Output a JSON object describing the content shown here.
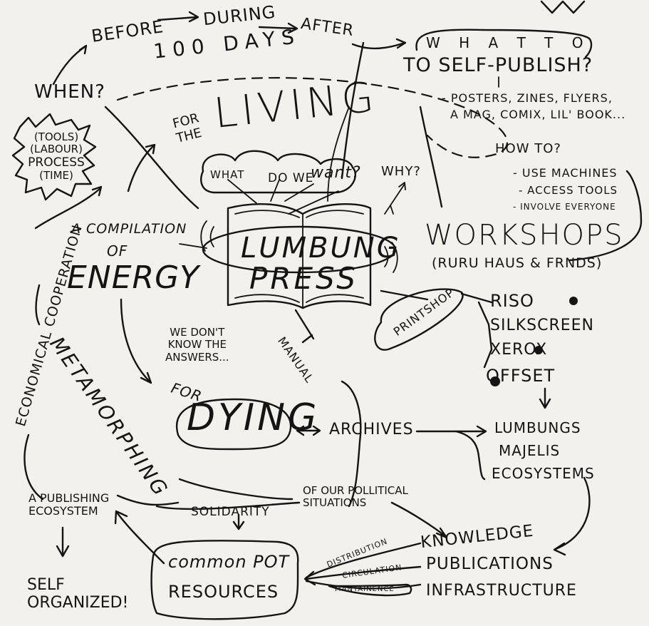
{
  "timeline": {
    "before": "BEFORE",
    "during": "DURING",
    "after": "AFTER",
    "days": "100 DAYS"
  },
  "when": "WHEN?",
  "process_box": [
    "(TOOLS)",
    "(LABOUR)",
    "PROCESS",
    "(TIME)"
  ],
  "what_to": {
    "line1": "W H A T T O",
    "line2": "TO SELF-PUBLISH?",
    "list1": "- POSTERS, ZINES, FLYERS,",
    "list2": "A MAG, COMIX, LIL' BOOK..."
  },
  "how_to": {
    "label": "HOW TO?",
    "items": [
      "- USE MACHINES",
      "- ACCESS TOOLS",
      "- INVOLVE EVERYONE"
    ]
  },
  "for_the_living": {
    "small": "FOR\nTHE",
    "big": "LIVING"
  },
  "cloud": {
    "what": "WHAT",
    "do_we": "DO WE",
    "want": "want?",
    "why": "WHY?"
  },
  "center": {
    "line1": "LUMBUNG",
    "line2": "PRESS"
  },
  "workshops": {
    "title": "WORKSHOPS",
    "sub": "(RURU HAUS & FRNDS)"
  },
  "compilation": {
    "line1": "A COMPILATION",
    "line2": "OF",
    "line3": "ENERGY"
  },
  "printshop": {
    "label": "PRINTSHOP",
    "items": [
      "RISO",
      "SILKSCREEN",
      "XEROX",
      "OFFSET"
    ]
  },
  "dont_know": "WE DON'T\nKNOW THE\nANSWERS...",
  "manual": "MANUAL",
  "for_dying": {
    "small": "FOR",
    "big": "DYING"
  },
  "archives": "ARCHIVES",
  "lumbungs": [
    "LUMBUNGS",
    "MAJELIS",
    "ECOSYSTEMS"
  ],
  "economical": "ECONOMICAL COOPERATION",
  "metamorphing": "METAMORPHING",
  "political": "OF OUR POLLITICAL\nSITUATIONS",
  "publishing_eco": "A PUBLISHING\nECOSYSTEM",
  "solidarity": "SOLIDARITY",
  "common_pot": {
    "line1": "common POT",
    "line2": "RESOURCES"
  },
  "self_organized": "SELF\nORGANIZED!",
  "knowledge": [
    "KNOWLEDGE",
    "PUBLICATIONS",
    "INFRASTRUCTURE"
  ],
  "flows": [
    "DISTRIBUTION",
    "CIRCULATION",
    "MANTAINENCE"
  ]
}
